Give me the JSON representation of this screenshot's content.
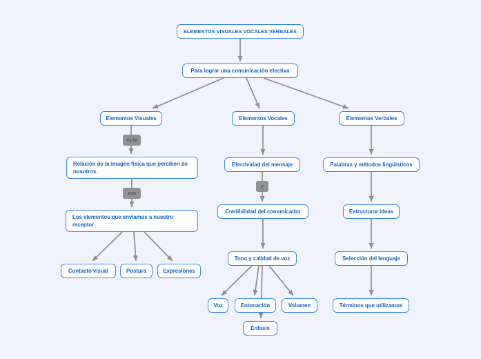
{
  "nodes": {
    "root": {
      "label": "ELEMENTOS VISUALES VOCALES VERBALES"
    },
    "goal": {
      "label": "Para lograr una comunicación efectiva"
    },
    "visuales": {
      "label": "Elementos Visuales"
    },
    "vocales": {
      "label": "Elementos Vocales"
    },
    "verbales": {
      "label": "Elementos Verbales"
    },
    "relacion": {
      "label": "Relación de la imagen física que perciben de nosotros."
    },
    "enviamos": {
      "label": "Los elementos que enviamos a nuestro receptor"
    },
    "contacto": {
      "label": "Contacto visual"
    },
    "postura": {
      "label": "Postura"
    },
    "expresiones": {
      "label": "Expresiones"
    },
    "efectividad": {
      "label": "Efectividad del mensaje"
    },
    "credibilidad": {
      "label": "Credibilidad del comunicador"
    },
    "tono": {
      "label": "Tono y calidad de voz"
    },
    "voz": {
      "label": "Voz"
    },
    "entonacion": {
      "label": "Entonación"
    },
    "volumen": {
      "label": "Volumen"
    },
    "enfasis": {
      "label": "Énfasis"
    },
    "palabras": {
      "label": "Palabras y métodos lingüísticos"
    },
    "estructurar": {
      "label": "Estructurar ideas"
    },
    "seleccion": {
      "label": "Selección del lenguaje"
    },
    "terminos": {
      "label": "Términos que utilizamos"
    }
  },
  "link_labels": {
    "es_la": "es la",
    "son": "son",
    "y": "y"
  },
  "edges": [
    {
      "from": "root",
      "to": "goal"
    },
    {
      "from": "goal",
      "to": "visuales"
    },
    {
      "from": "goal",
      "to": "vocales"
    },
    {
      "from": "goal",
      "to": "verbales"
    },
    {
      "from": "visuales",
      "to": "relacion",
      "label": "es la"
    },
    {
      "from": "relacion",
      "to": "enviamos",
      "label": "son"
    },
    {
      "from": "enviamos",
      "to": "contacto"
    },
    {
      "from": "enviamos",
      "to": "postura"
    },
    {
      "from": "enviamos",
      "to": "expresiones"
    },
    {
      "from": "vocales",
      "to": "efectividad"
    },
    {
      "from": "efectividad",
      "to": "credibilidad",
      "label": "y"
    },
    {
      "from": "credibilidad",
      "to": "tono"
    },
    {
      "from": "tono",
      "to": "voz"
    },
    {
      "from": "tono",
      "to": "entonacion"
    },
    {
      "from": "tono",
      "to": "enfasis"
    },
    {
      "from": "tono",
      "to": "volumen"
    },
    {
      "from": "verbales",
      "to": "palabras"
    },
    {
      "from": "palabras",
      "to": "estructurar"
    },
    {
      "from": "estructurar",
      "to": "seleccion"
    },
    {
      "from": "seleccion",
      "to": "terminos"
    }
  ],
  "colors": {
    "background": "#f0f3fb",
    "node_fill": "#ffffff",
    "node_border": "#3b8ae0",
    "node_text": "#1262bd",
    "connector": "#8d8d8d",
    "link_chip_bg": "#909194",
    "link_chip_text": "#53545a"
  }
}
